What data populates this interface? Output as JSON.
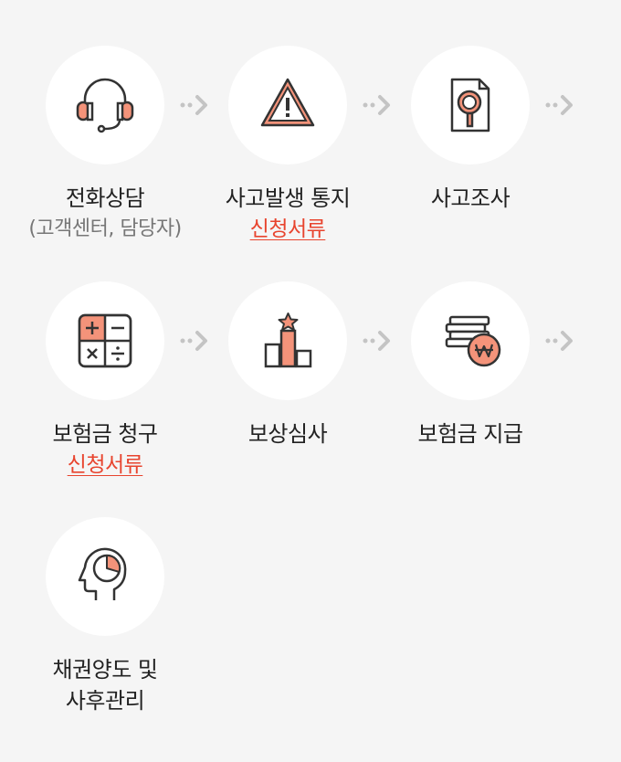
{
  "steps": [
    {
      "title": "전화상담",
      "subtitle": "(고객센터, 담당자)",
      "icon": "headset-icon"
    },
    {
      "title": "사고발생 통지",
      "link": "신청서류",
      "icon": "warning-icon"
    },
    {
      "title": "사고조사",
      "icon": "document-search-icon"
    },
    {
      "title": "보험금 청구",
      "link": "신청서류",
      "icon": "calculator-icon"
    },
    {
      "title": "보상심사",
      "icon": "podium-icon"
    },
    {
      "title": "보험금 지급",
      "icon": "coin-stack-icon"
    },
    {
      "title_line1": "채권양도 및",
      "title_line2": "사후관리",
      "icon": "head-chart-icon"
    }
  ],
  "colors": {
    "accent": "#f4937a",
    "link": "#e8442e",
    "stroke": "#333333",
    "arrow": "#c4c4c4"
  }
}
